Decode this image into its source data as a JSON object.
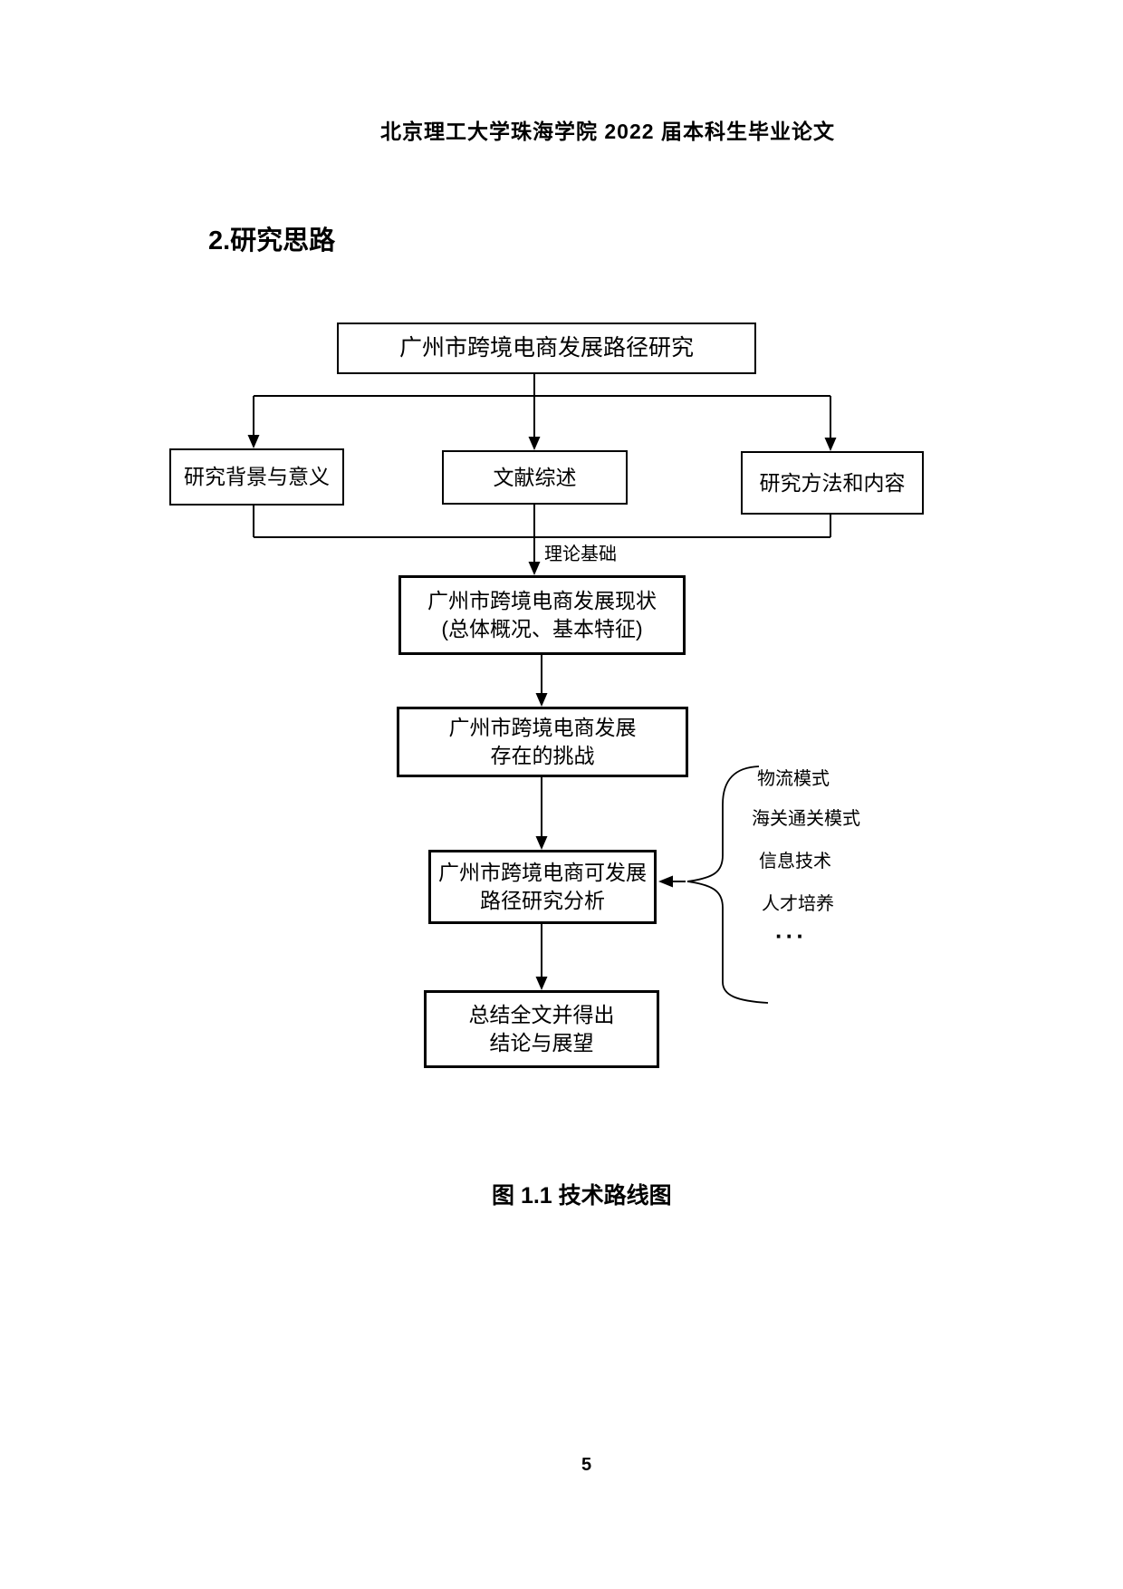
{
  "colors": {
    "ink": "#000000",
    "paper": "#ffffff"
  },
  "page": {
    "header": "北京理工大学珠海学院 2022 届本科生毕业论文",
    "section_heading": "2.研究思路",
    "figure_caption": "图 1.1 技术路线图",
    "page_number": "5"
  },
  "flowchart": {
    "root": {
      "label": "广州市跨境电商发展路径研究"
    },
    "branches": [
      {
        "label": "研究背景与意义"
      },
      {
        "label": "文献综述"
      },
      {
        "label": "研究方法和内容"
      }
    ],
    "edge_label": "理论基础",
    "status": {
      "line1": "广州市跨境电商发展现状",
      "line2": "(总体概况、基本特征)"
    },
    "challenges": {
      "line1": "广州市跨境电商发展",
      "line2": "存在的挑战"
    },
    "path_analysis": {
      "line1": "广州市跨境电商可发展",
      "line2": "路径研究分析"
    },
    "conclusion": {
      "line1": "总结全文并得出",
      "line2": "结论与展望"
    },
    "aspects": [
      "物流模式",
      "海关通关模式",
      "信息技术",
      "人才培养",
      "···"
    ]
  }
}
